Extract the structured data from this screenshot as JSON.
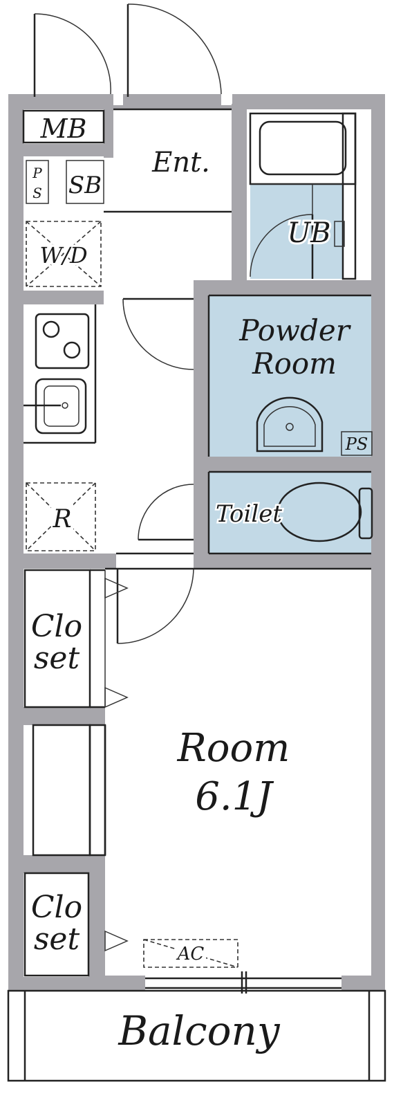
{
  "labels": {
    "mb": "MB",
    "ps_top_1": "P",
    "ps_top_2": "S",
    "sb": "SB",
    "entrance": "Ent.",
    "washer_dryer": "W/D",
    "refrigerator": "R",
    "unit_bath": "UB",
    "powder_room_1": "Powder",
    "powder_room_2": "Room",
    "ps_right": "PS",
    "toilet": "Toilet",
    "closet_top_1": "Clo",
    "closet_top_2": "set",
    "room_name": "Room",
    "room_size": "6.1J",
    "closet_bottom_1": "Clo",
    "closet_bottom_2": "set",
    "ac": "AC",
    "balcony": "Balcony"
  },
  "colors": {
    "wall": "#a7a6ab",
    "wet_area": "#c2d9e6",
    "closet": "#e8d0a8",
    "line": "#222222",
    "background": "#ffffff"
  }
}
